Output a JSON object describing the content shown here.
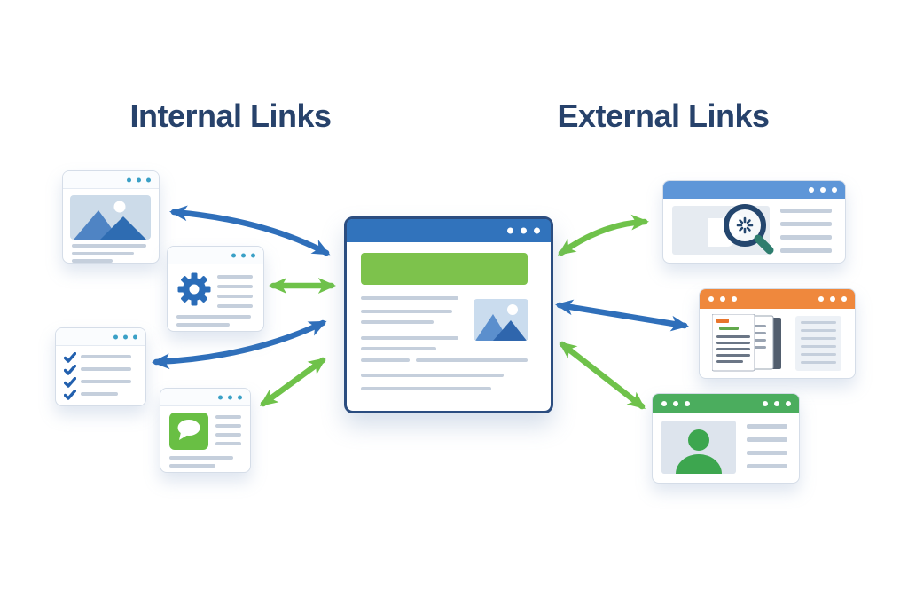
{
  "titles": {
    "internal": "Internal Links",
    "external": "External Links"
  },
  "colors": {
    "title_text": "#27426B",
    "arrow_blue": "#2F6FBA",
    "arrow_green": "#6FC24A",
    "main_window_border": "#2B4D80",
    "main_window_header": "#3173BC",
    "main_banner_green": "#7DC24C",
    "internal_card_dots_teal": "#3AA0C6",
    "external_search_header": "#5E96D8",
    "external_docs_header": "#EF883D",
    "external_profile_header": "#4BAD5E",
    "placeholder_line_gray": "#C5CFDC",
    "gear_blue": "#2A6CB8",
    "check_blue": "#2260AE",
    "chat_green": "#69BF44",
    "person_green": "#3DA64F",
    "magnifier_ring_navy": "#24466E",
    "magnifier_handle_teal": "#2E7D6E"
  },
  "diagram": {
    "nodes": [
      {
        "id": "main-page",
        "role": "center",
        "icon": "browser-window",
        "features": [
          "blue-title-bar",
          "green-banner",
          "text-lines",
          "image-thumbnail"
        ]
      },
      {
        "id": "internal-image-page",
        "side": "internal",
        "icon": "image-thumbnail"
      },
      {
        "id": "internal-gear-page",
        "side": "internal",
        "icon": "gear"
      },
      {
        "id": "internal-checklist-page",
        "side": "internal",
        "icon": "checklist"
      },
      {
        "id": "internal-chat-page",
        "side": "internal",
        "icon": "chat-bubble"
      },
      {
        "id": "external-search-page",
        "side": "external",
        "icon": "magnifier"
      },
      {
        "id": "external-docs-page",
        "side": "external",
        "icon": "document-stack"
      },
      {
        "id": "external-profile-page",
        "side": "external",
        "icon": "person"
      }
    ],
    "edges": [
      {
        "id": "internal-1",
        "between": [
          "internal-image-page",
          "main-page"
        ],
        "color": "blue",
        "shape": "curved",
        "bidirectional": true
      },
      {
        "id": "internal-2",
        "between": [
          "internal-gear-page",
          "main-page"
        ],
        "color": "green",
        "shape": "straight",
        "bidirectional": true
      },
      {
        "id": "internal-3",
        "between": [
          "internal-checklist-page",
          "main-page"
        ],
        "color": "blue",
        "shape": "curved",
        "bidirectional": true
      },
      {
        "id": "internal-4",
        "between": [
          "internal-chat-page",
          "main-page"
        ],
        "color": "green",
        "shape": "straight",
        "bidirectional": true
      },
      {
        "id": "external-1",
        "between": [
          "main-page",
          "external-search-page"
        ],
        "color": "green",
        "shape": "curved",
        "bidirectional": true
      },
      {
        "id": "external-2",
        "between": [
          "main-page",
          "external-docs-page"
        ],
        "color": "blue",
        "shape": "straight",
        "bidirectional": true
      },
      {
        "id": "external-3",
        "between": [
          "main-page",
          "external-profile-page"
        ],
        "color": "green",
        "shape": "straight",
        "bidirectional": true
      }
    ]
  }
}
